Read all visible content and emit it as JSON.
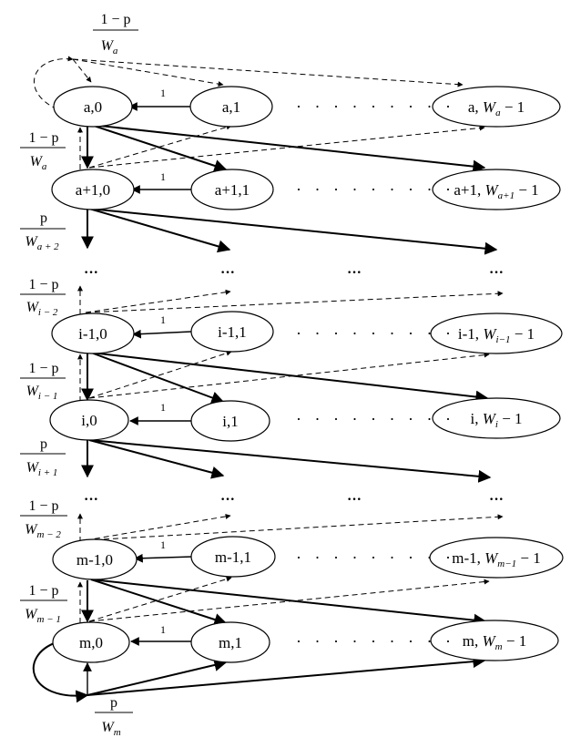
{
  "edge_weight": "1",
  "hdots": "· · · · · · · · ·",
  "vdots": "···",
  "rows": [
    {
      "id": "a0",
      "label": "a,0"
    },
    {
      "id": "a1",
      "label": "a,1"
    },
    {
      "id": "aW",
      "label_pre": "a, ",
      "label_var": "W",
      "label_sub": "a",
      "label_post": " − 1"
    },
    {
      "id": "b0",
      "label": "a+1,0"
    },
    {
      "id": "b1",
      "label": "a+1,1"
    },
    {
      "id": "bW",
      "label_pre": "a+1, ",
      "label_var": "W",
      "label_sub": "a+1",
      "label_post": " − 1"
    },
    {
      "id": "c0",
      "label": "i-1,0"
    },
    {
      "id": "c1",
      "label": "i-1,1"
    },
    {
      "id": "cW",
      "label_pre": "i-1, ",
      "label_var": "W",
      "label_sub": "i−1",
      "label_post": " − 1"
    },
    {
      "id": "d0",
      "label": "i,0"
    },
    {
      "id": "d1",
      "label": "i,1"
    },
    {
      "id": "dW",
      "label_pre": "i, ",
      "label_var": "W",
      "label_sub": "i",
      "label_post": " − 1"
    },
    {
      "id": "e0",
      "label": "m-1,0"
    },
    {
      "id": "e1",
      "label": "m-1,1"
    },
    {
      "id": "eW",
      "label_pre": "m-1, ",
      "label_var": "W",
      "label_sub": "m−1",
      "label_post": " − 1"
    },
    {
      "id": "f0",
      "label": "m,0"
    },
    {
      "id": "f1",
      "label": "m,1"
    },
    {
      "id": "fW",
      "label_pre": "m, ",
      "label_var": "W",
      "label_sub": "m",
      "label_post": " − 1"
    }
  ],
  "fractions": [
    {
      "id": "top",
      "num": "1 − p",
      "den": "W",
      "sub": "a"
    },
    {
      "id": "fa",
      "num": "1 − p",
      "den": "W",
      "sub": "a"
    },
    {
      "id": "fa2",
      "num": "p",
      "den": "W",
      "sub": "a + 2"
    },
    {
      "id": "fi2",
      "num": "1 − p",
      "den": "W",
      "sub": "i − 2"
    },
    {
      "id": "fi1",
      "num": "1 − p",
      "den": "W",
      "sub": "i − 1"
    },
    {
      "id": "fip",
      "num": "p",
      "den": "W",
      "sub": "i + 1"
    },
    {
      "id": "fm2",
      "num": "1 − p",
      "den": "W",
      "sub": "m − 2"
    },
    {
      "id": "fm1",
      "num": "1 − p",
      "den": "W",
      "sub": "m − 1"
    },
    {
      "id": "fm",
      "num": "p",
      "den": "W",
      "sub": "m"
    }
  ]
}
